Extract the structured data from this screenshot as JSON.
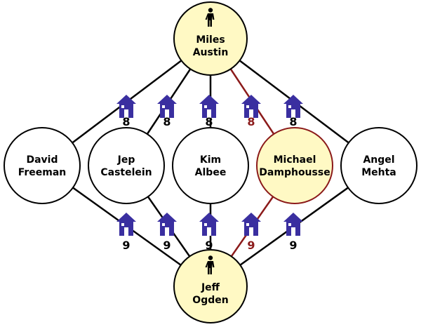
{
  "colors": {
    "edge_default": "#000000",
    "edge_highlight": "#8b1a1a",
    "node_fill": "#ffffff",
    "node_fill_highlight": "#fff9c4",
    "house_icon": "#3a2fa0",
    "label_default": "#000000",
    "label_highlight": "#8b1a1a"
  },
  "nodes": {
    "miles": {
      "line1": "Miles",
      "line2": "Austin",
      "icon": "person-icon",
      "highlight": true
    },
    "jeff": {
      "line1": "Jeff",
      "line2": "Ogden",
      "icon": "person-icon",
      "highlight": true
    },
    "david": {
      "line1": "David",
      "line2": "Freeman",
      "highlight": false
    },
    "jep": {
      "line1": "Jep",
      "line2": "Castelein",
      "highlight": false
    },
    "kim": {
      "line1": "Kim",
      "line2": "Albee",
      "highlight": false
    },
    "michael": {
      "line1": "Michael",
      "line2": "Damphousse",
      "highlight": true
    },
    "angel": {
      "line1": "Angel",
      "line2": "Mehta",
      "highlight": false
    }
  },
  "edges": [
    {
      "from": "miles",
      "to": "david",
      "label": "8",
      "icon": "house-icon",
      "highlight": false
    },
    {
      "from": "miles",
      "to": "jep",
      "label": "8",
      "icon": "house-icon",
      "highlight": false
    },
    {
      "from": "miles",
      "to": "kim",
      "label": "8",
      "icon": "house-icon",
      "highlight": false
    },
    {
      "from": "miles",
      "to": "michael",
      "label": "8",
      "icon": "house-icon",
      "highlight": true
    },
    {
      "from": "miles",
      "to": "angel",
      "label": "8",
      "icon": "house-icon",
      "highlight": false
    },
    {
      "from": "jeff",
      "to": "david",
      "label": "9",
      "icon": "house-icon",
      "highlight": false
    },
    {
      "from": "jeff",
      "to": "jep",
      "label": "9",
      "icon": "house-icon",
      "highlight": false
    },
    {
      "from": "jeff",
      "to": "kim",
      "label": "9",
      "icon": "house-icon",
      "highlight": false
    },
    {
      "from": "jeff",
      "to": "michael",
      "label": "9",
      "icon": "house-icon",
      "highlight": true
    },
    {
      "from": "jeff",
      "to": "angel",
      "label": "9",
      "icon": "house-icon",
      "highlight": false
    }
  ]
}
